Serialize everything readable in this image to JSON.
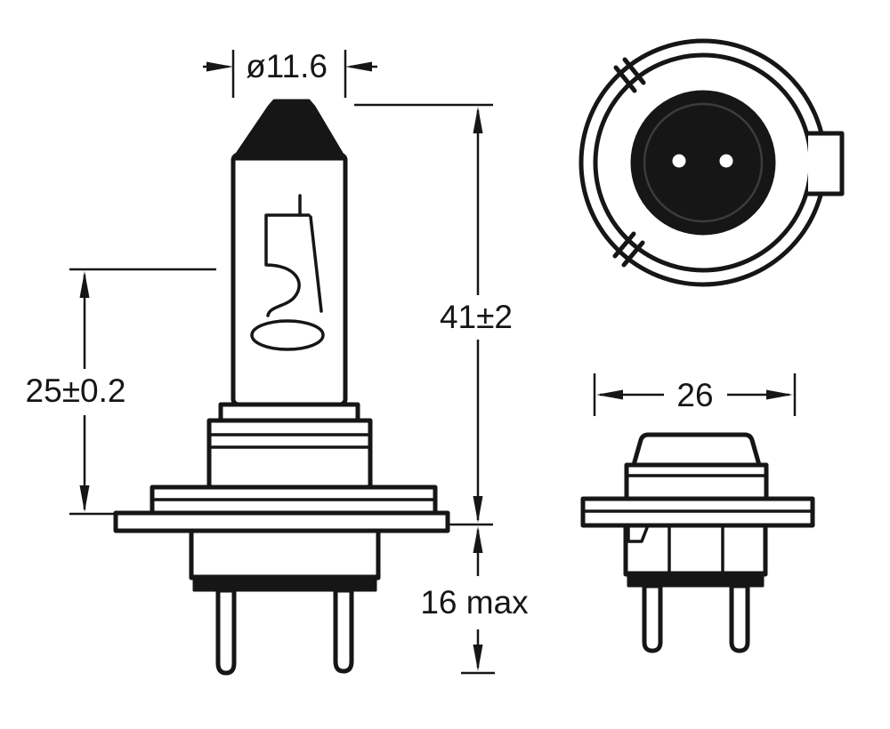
{
  "diagram": {
    "subject": "H7 halogen bulb technical drawing",
    "colors": {
      "ink": "#161616",
      "background": "#ffffff"
    },
    "dimensions": {
      "diameter": "ø11.6",
      "overall_height": "41±2",
      "reference_length": "25±0.2",
      "base_depth": "16 max",
      "width": "26"
    }
  }
}
